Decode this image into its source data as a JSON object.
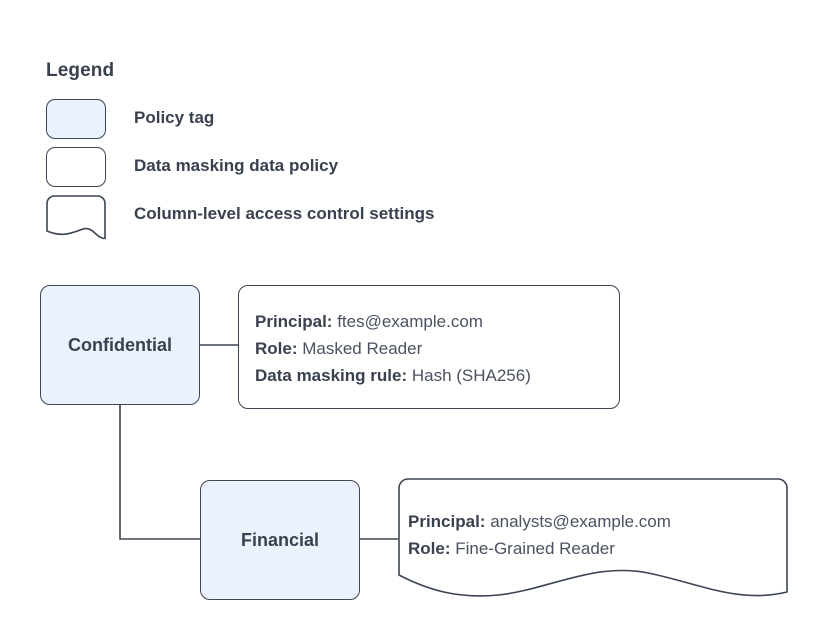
{
  "legend": {
    "title": "Legend",
    "items": [
      {
        "label": "Policy tag",
        "shape": "rounded-rect-filled",
        "fill": "#eaf2fd"
      },
      {
        "label": "Data masking data policy",
        "shape": "rounded-rect",
        "fill": "#ffffff"
      },
      {
        "label": "Column-level access control settings",
        "shape": "wavy-bottom-card",
        "fill": "#ffffff"
      }
    ]
  },
  "diagram": {
    "nodes": [
      {
        "id": "confidential",
        "label": "Confidential"
      },
      {
        "id": "financial",
        "label": "Financial"
      }
    ],
    "cards": [
      {
        "id": "confidential-policy",
        "shape": "rounded-rect",
        "lines": [
          {
            "key": "Principal:",
            "value": " ftes@example.com"
          },
          {
            "key": "Role:",
            "value": " Masked Reader"
          },
          {
            "key": "Data masking rule:",
            "value": " Hash (SHA256)"
          }
        ]
      },
      {
        "id": "financial-access",
        "shape": "wavy-bottom-card",
        "lines": [
          {
            "key": "Principal:",
            "value": " analysts@example.com"
          },
          {
            "key": "Role:",
            "value": " Fine-Grained Reader"
          }
        ]
      }
    ]
  },
  "colors": {
    "stroke": "#3c4554",
    "node_fill": "#eaf2fd",
    "card_fill": "#ffffff",
    "text": "#39414f",
    "value_text": "#4a5160",
    "background": "#ffffff"
  }
}
